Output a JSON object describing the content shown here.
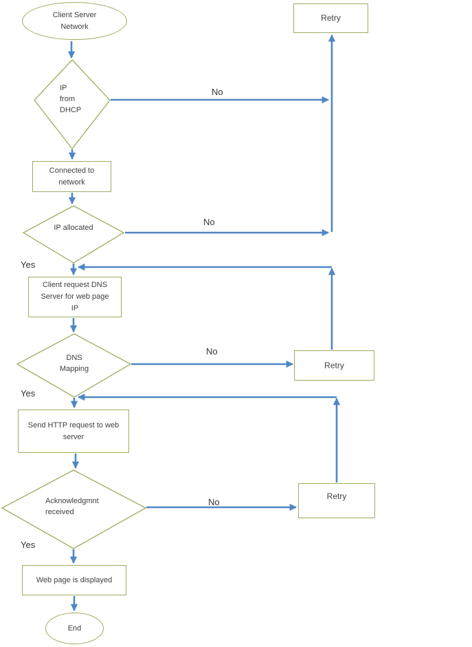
{
  "title": "Client server network flowchart",
  "colors": {
    "shape_border": "#9bac5f",
    "arrow": "#4f86c6",
    "text": "#404040",
    "background": "#ffffff"
  },
  "nodes": {
    "start": {
      "type": "terminator",
      "label": "Client Server Network"
    },
    "d1": {
      "type": "decision",
      "label": "IP from DHCP"
    },
    "rect1": {
      "type": "process",
      "label": "Connected to network"
    },
    "d2": {
      "type": "decision",
      "label": "IP allocated"
    },
    "rect2": {
      "type": "process",
      "label": "Client request DNS Server for web page IP"
    },
    "d3": {
      "type": "decision",
      "label": "DNS Mapping"
    },
    "rect3": {
      "type": "process",
      "label": "Send HTTP request to web server"
    },
    "d4": {
      "type": "decision",
      "label": "Acknowledgmnt received"
    },
    "rect4": {
      "type": "process",
      "label": "Web page is displayed"
    },
    "end": {
      "type": "terminator",
      "label": "End"
    },
    "retry1": {
      "type": "process",
      "label": "Retry"
    },
    "retry2": {
      "type": "process",
      "label": "Retry"
    },
    "retry3": {
      "type": "process",
      "label": "Retry"
    }
  },
  "edge_labels": {
    "no1": "No",
    "no2": "No",
    "no3": "No",
    "no4": "No",
    "yes1": "Yes",
    "yes2": "Yes",
    "yes3": "Yes"
  }
}
